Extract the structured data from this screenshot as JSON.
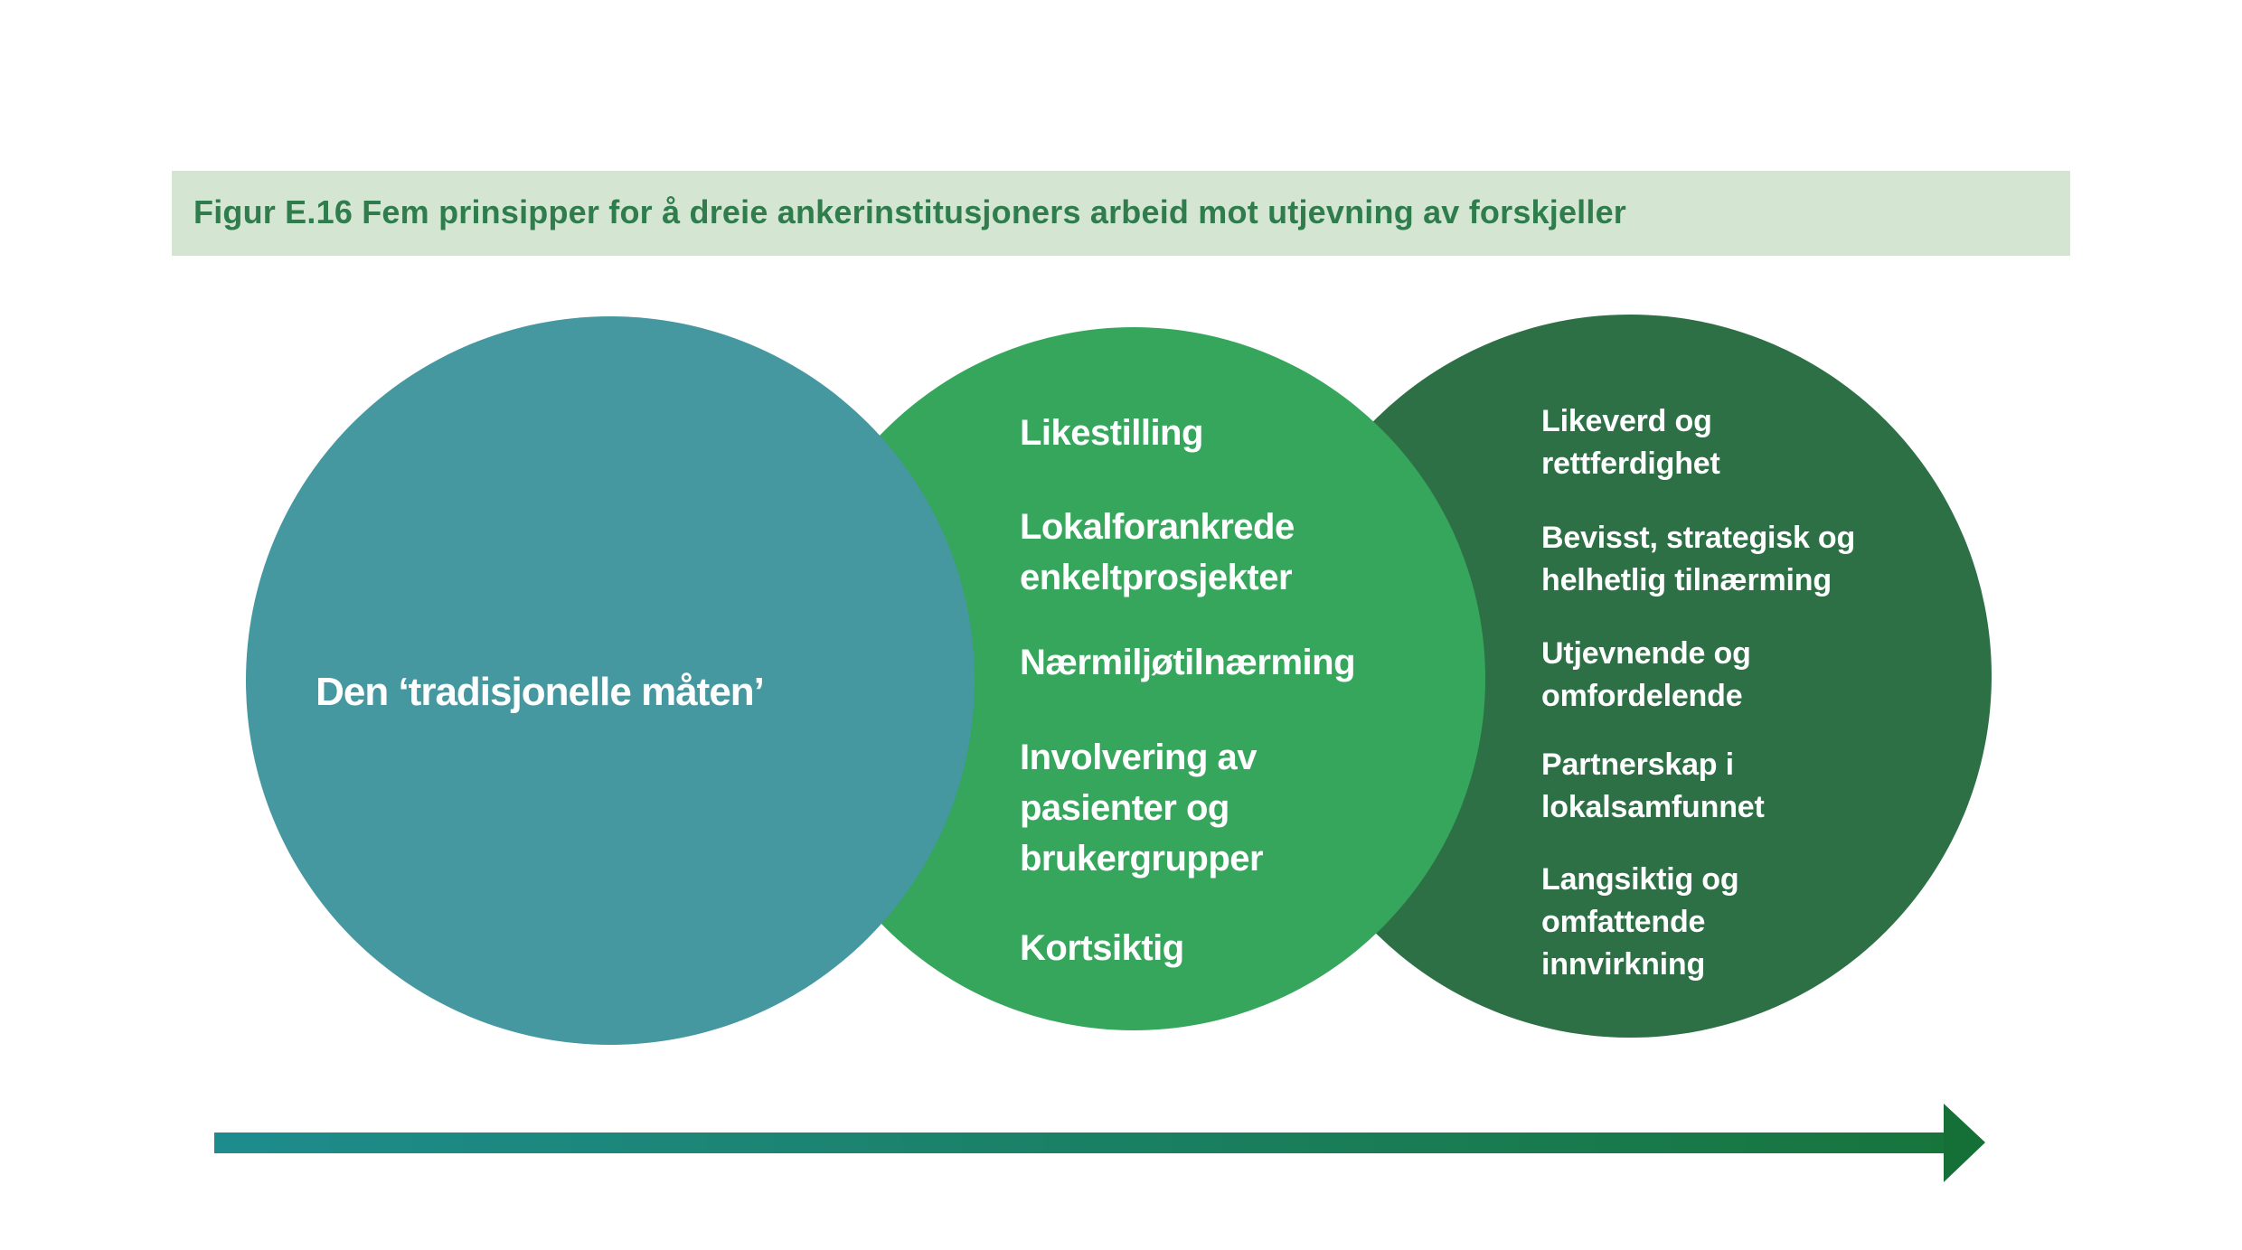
{
  "figure": {
    "title": "Figur E.16 Fem prinsipper for å dreie ankerinstitusjoners arbeid mot utjevning av forskjeller"
  },
  "circles": {
    "left": {
      "label": "Den ‘tradisjonelle måten’"
    },
    "middle": {
      "items": [
        "Likestilling",
        "Lokalforankrede\nenkeltprosjekter",
        "Nærmiljøtilnærming",
        "Involvering av\npasienter og\nbrukergrupper",
        "Kortsiktig"
      ]
    },
    "right": {
      "items": [
        "Likeverd og\nrettferdighet",
        "Bevisst, strategisk og\nhelhetlig tilnærming",
        "Utjevnende og\nomfordelende",
        "Partnerskap i\nlokalsamfunnet",
        "Langsiktig og\nomfattende\ninnvirkning"
      ]
    }
  },
  "colors": {
    "teal": "#4597A0",
    "mid-green": "#35A65C",
    "dark-green": "#2E7045",
    "title-bg": "#D4E6D2",
    "title-text": "#2F7C4D",
    "text-white": "#FFFFFF",
    "arrow-start": "#1E8C8E",
    "arrow-end": "#17753C",
    "arrow-head": "#157038",
    "page-bg": "#FFFFFF"
  }
}
